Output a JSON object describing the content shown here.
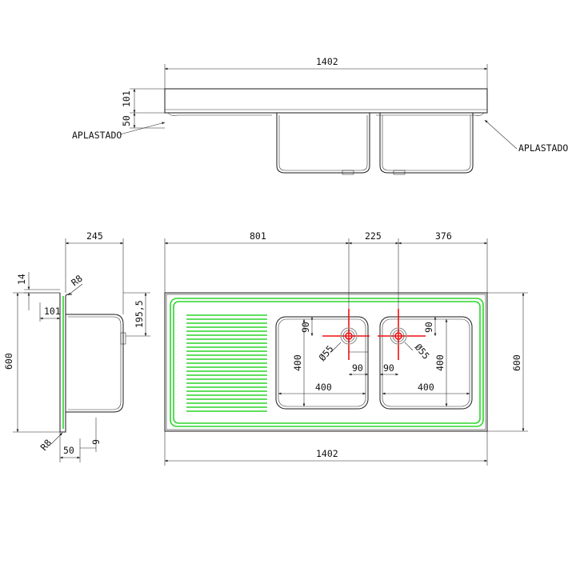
{
  "drawing": {
    "front_view": {
      "width_label": "1402",
      "height_labels": [
        "101",
        "50"
      ],
      "left_note": "APLASTADO",
      "right_note": "APLASTADO"
    },
    "side_view": {
      "width_label": "245",
      "height_label": "600",
      "top_label": "14",
      "radius_top": "R8",
      "lip_label": "101",
      "depth_label": "195,5",
      "radius_bottom": "R8",
      "bottom_label_a": "50",
      "bottom_label_b": "9"
    },
    "plan_view": {
      "top_labels": [
        "801",
        "225",
        "376"
      ],
      "height_label": "600",
      "width_label": "1402",
      "bowl_left": {
        "drain_offset_v": "90",
        "drain_offset_h": "90",
        "drain_dia": "Ø55",
        "height": "400",
        "width": "400"
      },
      "bowl_right": {
        "drain_offset_v": "90",
        "drain_offset_h": "90",
        "drain_dia": "Ø55",
        "height": "400",
        "width": "400"
      }
    },
    "colors": {
      "outline": "#1a1a1a",
      "drainboard_highlight": "#2bd62b",
      "drain_highlight": "#ee1111"
    }
  }
}
